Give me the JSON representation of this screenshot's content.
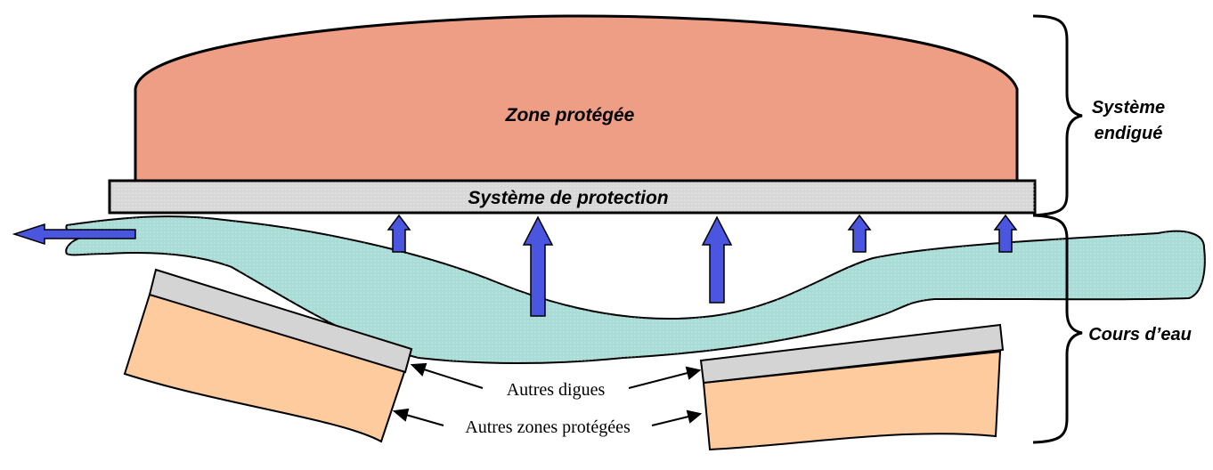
{
  "labels": {
    "zone_protegee": "Zone protégée",
    "systeme_protection": "Système de protection",
    "systeme_endigue_line1": "Système",
    "systeme_endigue_line2": "endigué",
    "cours_eau": "Cours d’eau",
    "autres_digues": "Autres digues",
    "autres_zones": "Autres zones protégées"
  },
  "colors": {
    "zone_fill": "#ee9e85",
    "protection_fill": "#d8d8d8",
    "water_fill": "#a9dcd6",
    "other_zone_fill": "#fdcb9d",
    "other_dike_fill": "#d4d4d4",
    "arrow_fill": "#4a55e0",
    "stroke": "#000000"
  },
  "icons": {
    "flow_arrow": "arrow-left-icon",
    "pressure_arrow": "arrow-up-icon"
  }
}
